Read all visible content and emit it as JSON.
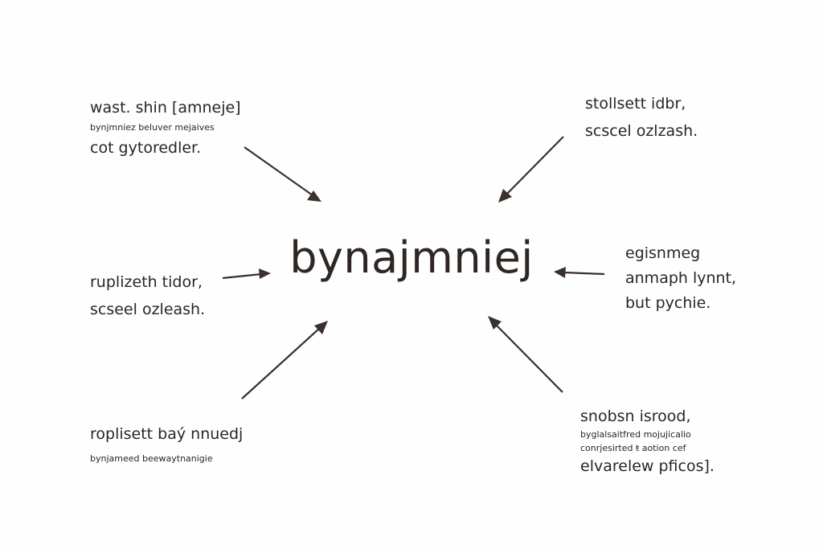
{
  "center": {
    "word": "bynajmniej"
  },
  "labels": {
    "top_left": {
      "line1": "wast. shin [amneje]",
      "line2": "bynjmniez beluver mejaives",
      "line3": "cot gytoredler."
    },
    "top_right": {
      "line1": "stollsett idbr,",
      "line2": "scscel ozlzash."
    },
    "mid_left": {
      "line1": "ruplizeth tidor,",
      "line2": "scseel ozleash."
    },
    "mid_right": {
      "line1": "egisnmeg",
      "line2": "anmaph lynnt,",
      "line3": "but pychie."
    },
    "bottom_left": {
      "line1": "roplisett baý nnuedj",
      "line2": "bynjameed beewaytnanigie"
    },
    "bottom_right": {
      "line1": "snobsn isrood,",
      "line2": "byglalsaitfred mojujicalio",
      "line3": "conrjesirted ŧ aotion cef",
      "line4": "elvarelew pficos]."
    }
  },
  "colors": {
    "ink": "#2b2522",
    "arrow": "#3a302c",
    "background": "#fefefe"
  }
}
